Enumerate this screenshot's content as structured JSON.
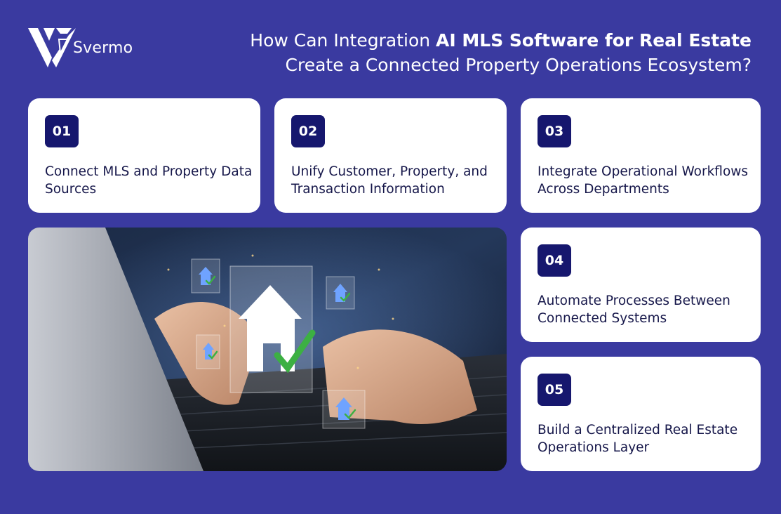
{
  "brand": {
    "name": "Svermo"
  },
  "headline": {
    "line1_prefix": "How Can Integration ",
    "line1_bold": "AI MLS Software for Real Estate",
    "line2": "Create a Connected Property Operations Ecosystem?"
  },
  "cards": [
    {
      "number": "01",
      "title": "Connect MLS and Property Data Sources"
    },
    {
      "number": "02",
      "title": "Unify Customer, Property, and Transaction Information"
    },
    {
      "number": "03",
      "title": "Integrate Operational Workflows Across Departments"
    },
    {
      "number": "04",
      "title": "Automate Processes Between Connected Systems"
    },
    {
      "number": "05",
      "title": "Build a Centralized Real Estate Operations Layer"
    }
  ],
  "colors": {
    "background": "#3a3aa0",
    "badge": "#16176e",
    "card": "#ffffff",
    "check": "#3cb043"
  },
  "icons": [
    "svermo-logo-icon",
    "house-check-icon"
  ]
}
